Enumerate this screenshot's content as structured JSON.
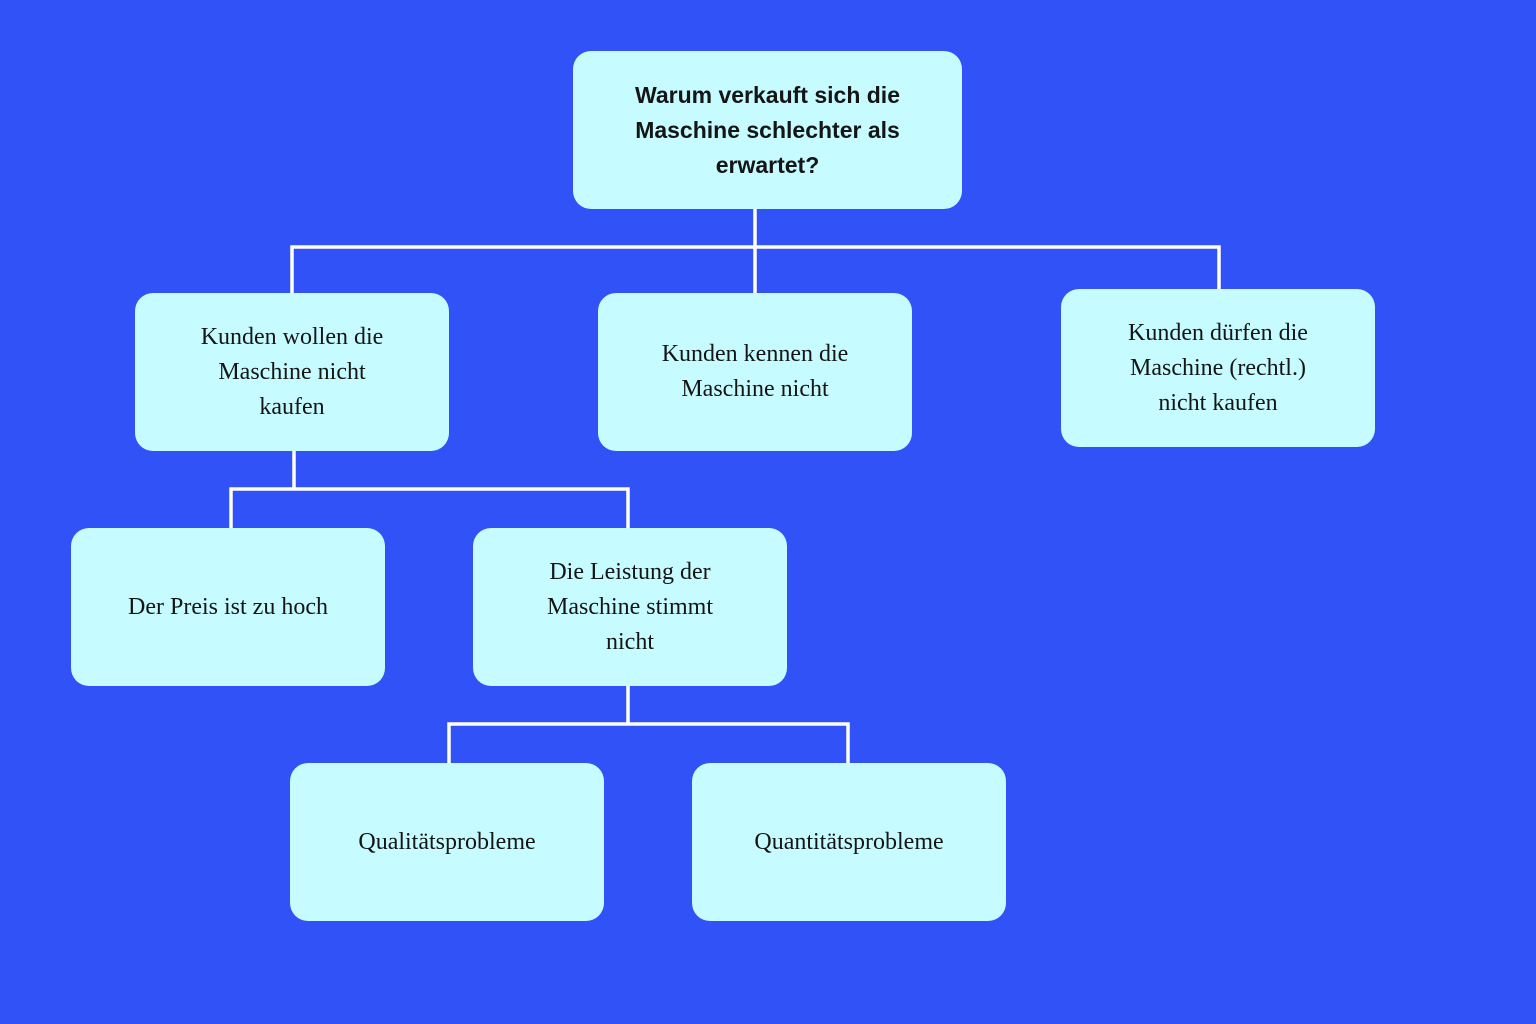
{
  "diagram": {
    "root": {
      "label": "Warum verkauft sich die Maschine schlechter als erwartet?"
    },
    "level1": [
      {
        "label": "Kunden wollen die Maschine nicht kaufen"
      },
      {
        "label": "Kunden kennen die Maschine nicht"
      },
      {
        "label": "Kunden dürfen die Maschine (rechtl.) nicht kaufen"
      }
    ],
    "level2": [
      {
        "label": "Der Preis ist zu hoch"
      },
      {
        "label": "Die Leistung der Maschine stimmt nicht"
      }
    ],
    "level3": [
      {
        "label": "Qualitätsprobleme"
      },
      {
        "label": "Quantitätsprobleme"
      }
    ]
  },
  "colors": {
    "background": "#3152f6",
    "node_fill": "#c6fbff",
    "connector": "#ffffff",
    "text": "#151515"
  }
}
